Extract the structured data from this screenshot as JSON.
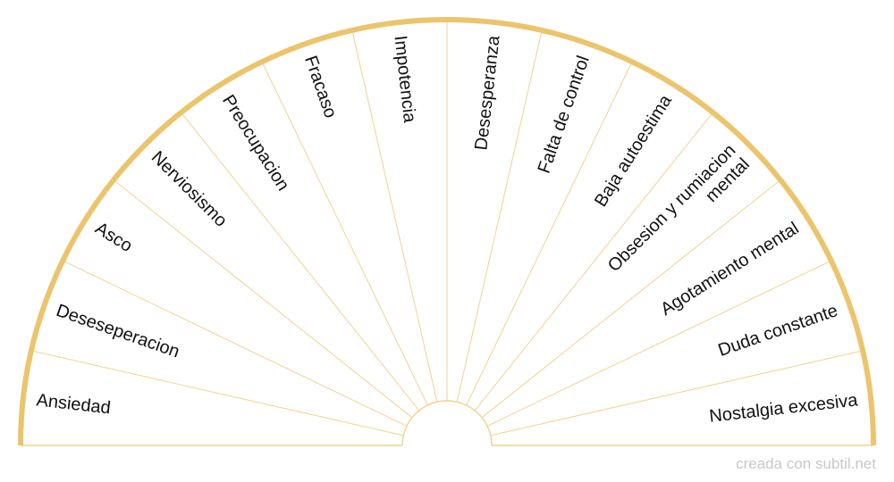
{
  "segments": [
    {
      "label": [
        "Ansiedad"
      ]
    },
    {
      "label": [
        "Deseseperacion"
      ]
    },
    {
      "label": [
        "Asco"
      ]
    },
    {
      "label": [
        "Nerviosismo"
      ]
    },
    {
      "label": [
        "Preocupacion"
      ]
    },
    {
      "label": [
        "Fracaso"
      ]
    },
    {
      "label": [
        "Impotencia"
      ]
    },
    {
      "label": [
        "Desesperanza"
      ]
    },
    {
      "label": [
        "Falta de control"
      ]
    },
    {
      "label": [
        "Baja autoestima"
      ]
    },
    {
      "label": [
        "Obsesion y rumiacion",
        "mental"
      ]
    },
    {
      "label": [
        "Agotamiento mental"
      ]
    },
    {
      "label": [
        "Duda constante"
      ]
    },
    {
      "label": [
        "Nostalgia excesiva"
      ]
    }
  ],
  "colors": {
    "arc": "#ebc46c",
    "divider": "#f1d38f",
    "text": "#111111"
  },
  "watermark": "creada con subtil.net"
}
